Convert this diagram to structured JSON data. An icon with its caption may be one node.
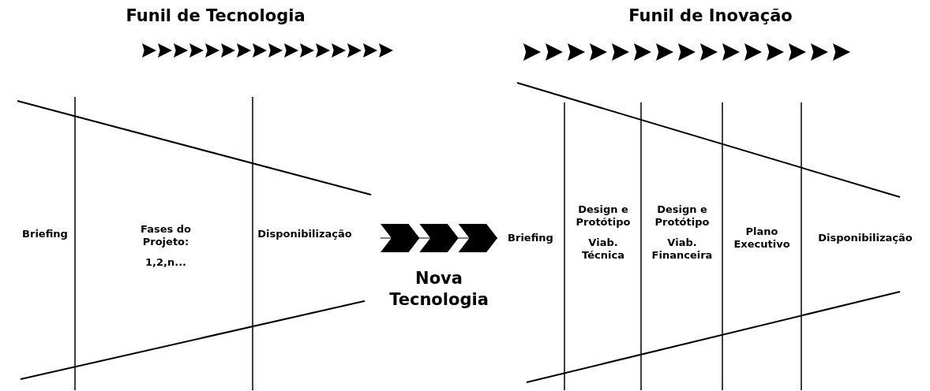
{
  "diagram": {
    "nodes": [
      {
        "text": [
          "Funil de Tecnologia"
        ]
      },
      {
        "text": [
          "Briefing"
        ],
        "in": 0
      },
      {
        "text": [
          "Fases do Projeto:",
          "1,2,n..."
        ],
        "in": 0
      },
      {
        "text": [
          "Disponibilização"
        ],
        "in": 0
      },
      {
        "text": [
          "Funil de Inovação"
        ]
      },
      {
        "text": [
          "Briefing"
        ],
        "in": 4
      },
      {
        "text": [
          "Design e Protótipo",
          "Viab. Técnica"
        ],
        "in": 4
      },
      {
        "text": [
          "Design e Protótipo",
          "Viab. Financeira"
        ],
        "in": 4
      },
      {
        "text": [
          "Plano Executivo"
        ],
        "in": 4
      },
      {
        "text": [
          "Disponibilização"
        ],
        "in": 4
      }
    ],
    "edges": [
      {
        "from": 0,
        "to": 4,
        "arrow": "to",
        "label": "Nova Tecnologia"
      }
    ]
  }
}
